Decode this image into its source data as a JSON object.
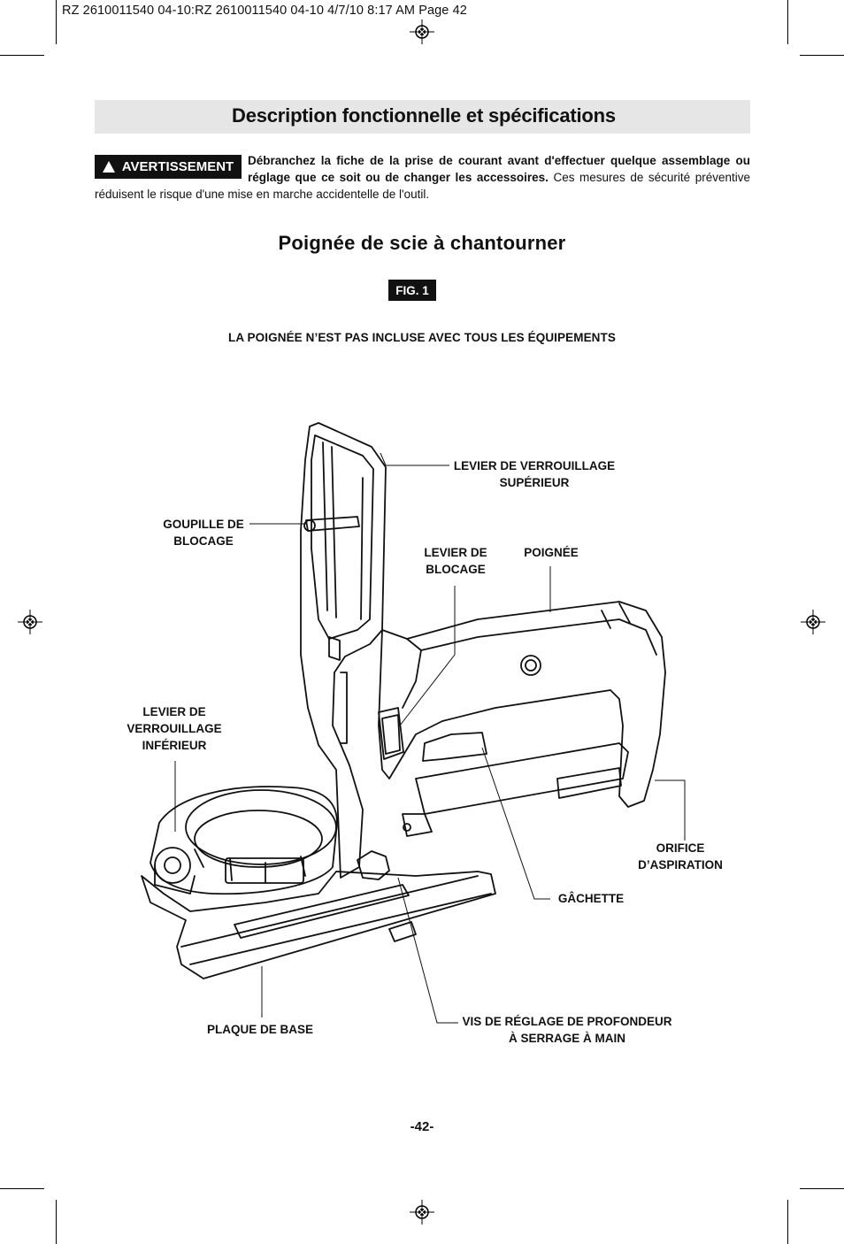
{
  "header": {
    "slug": "RZ 2610011540 04-10:RZ 2610011540 04-10  4/7/10  8:17 AM  Page 42"
  },
  "section": {
    "title": "Description fonctionnelle et spécifications"
  },
  "warning": {
    "badge": "AVERTISSEMENT",
    "bold_text": "Débranchez la fiche de la prise de courant avant d'effectuer quelque assemblage ou réglage que ce soit ou de changer les accessoires.",
    "normal_text": "Ces mesures de sécurité préventive réduisent le risque d'une mise en marche accidentelle de l'outil."
  },
  "figure": {
    "heading": "Poignée de scie à chantourner",
    "badge": "FIG. 1",
    "note": "LA POIGNÉE N’EST PAS INCLUSE AVEC TOUS LES ÉQUIPEMENTS",
    "labels": {
      "upper_lock_lever": "LEVIER DE VERROUILLAGE\nSUPÉRIEUR",
      "locking_pin": "GOUPILLE DE\nBLOCAGE",
      "lock_lever": "LEVIER DE\nBLOCAGE",
      "handle": "POIGNÉE",
      "lower_lock_lever": "LEVIER DE\nVERROUILLAGE\nINFÉRIEUR",
      "dust_port": "ORIFICE\nD’ASPIRATION",
      "trigger": "GÂCHETTE",
      "base_plate": "PLAQUE DE BASE",
      "depth_screw": "VIS DE RÉGLAGE DE PROFONDEUR\nÀ SERRAGE À MAIN"
    }
  },
  "footer": {
    "page_number": "-42-"
  }
}
